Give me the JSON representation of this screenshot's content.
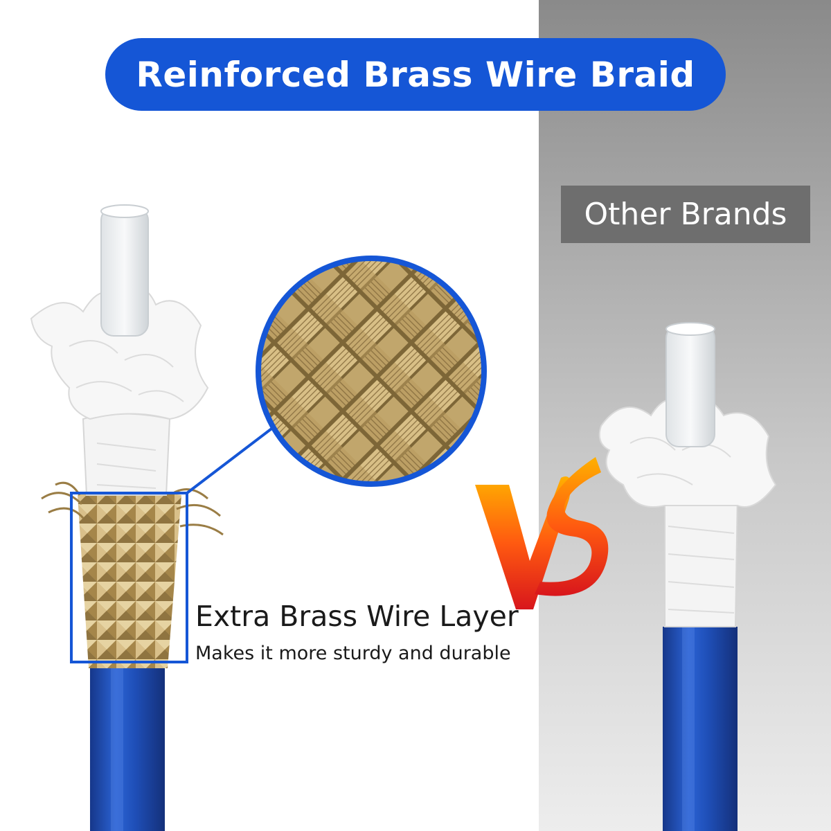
{
  "banner": {
    "title": "Reinforced Brass Wire Braid"
  },
  "comparison": {
    "other_label": "Other Brands",
    "vs_label": "VS"
  },
  "callout": {
    "title": "Extra Brass Wire Layer",
    "subtitle": "Makes it more sturdy and durable"
  },
  "colors": {
    "brand_blue": "#1556d6",
    "hose_blue": "#1f4fb8",
    "brass": "#c9ae74",
    "gray_panel": "#8a8a8a",
    "label_gray": "#6e6e6e",
    "vs_orange": "#ff7a00",
    "vs_red": "#e8201a"
  }
}
